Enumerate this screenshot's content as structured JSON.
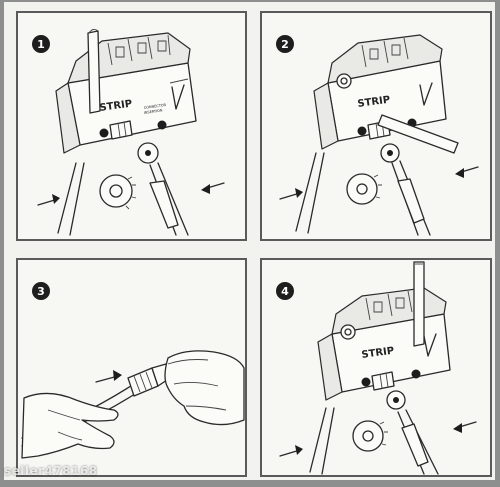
{
  "steps": [
    {
      "number": "1"
    },
    {
      "number": "2"
    },
    {
      "number": "3"
    },
    {
      "number": "4"
    }
  ],
  "tool": {
    "label_strip": "STRIP",
    "label_small_1": "CONNECTOR",
    "label_small_2": "INSERTION"
  },
  "watermark": "seller478168",
  "colors": {
    "ink": "#2a2a2a",
    "paper": "#f7f7f4",
    "border": "#5a5a5a",
    "backdrop": "#8d8f8e"
  }
}
